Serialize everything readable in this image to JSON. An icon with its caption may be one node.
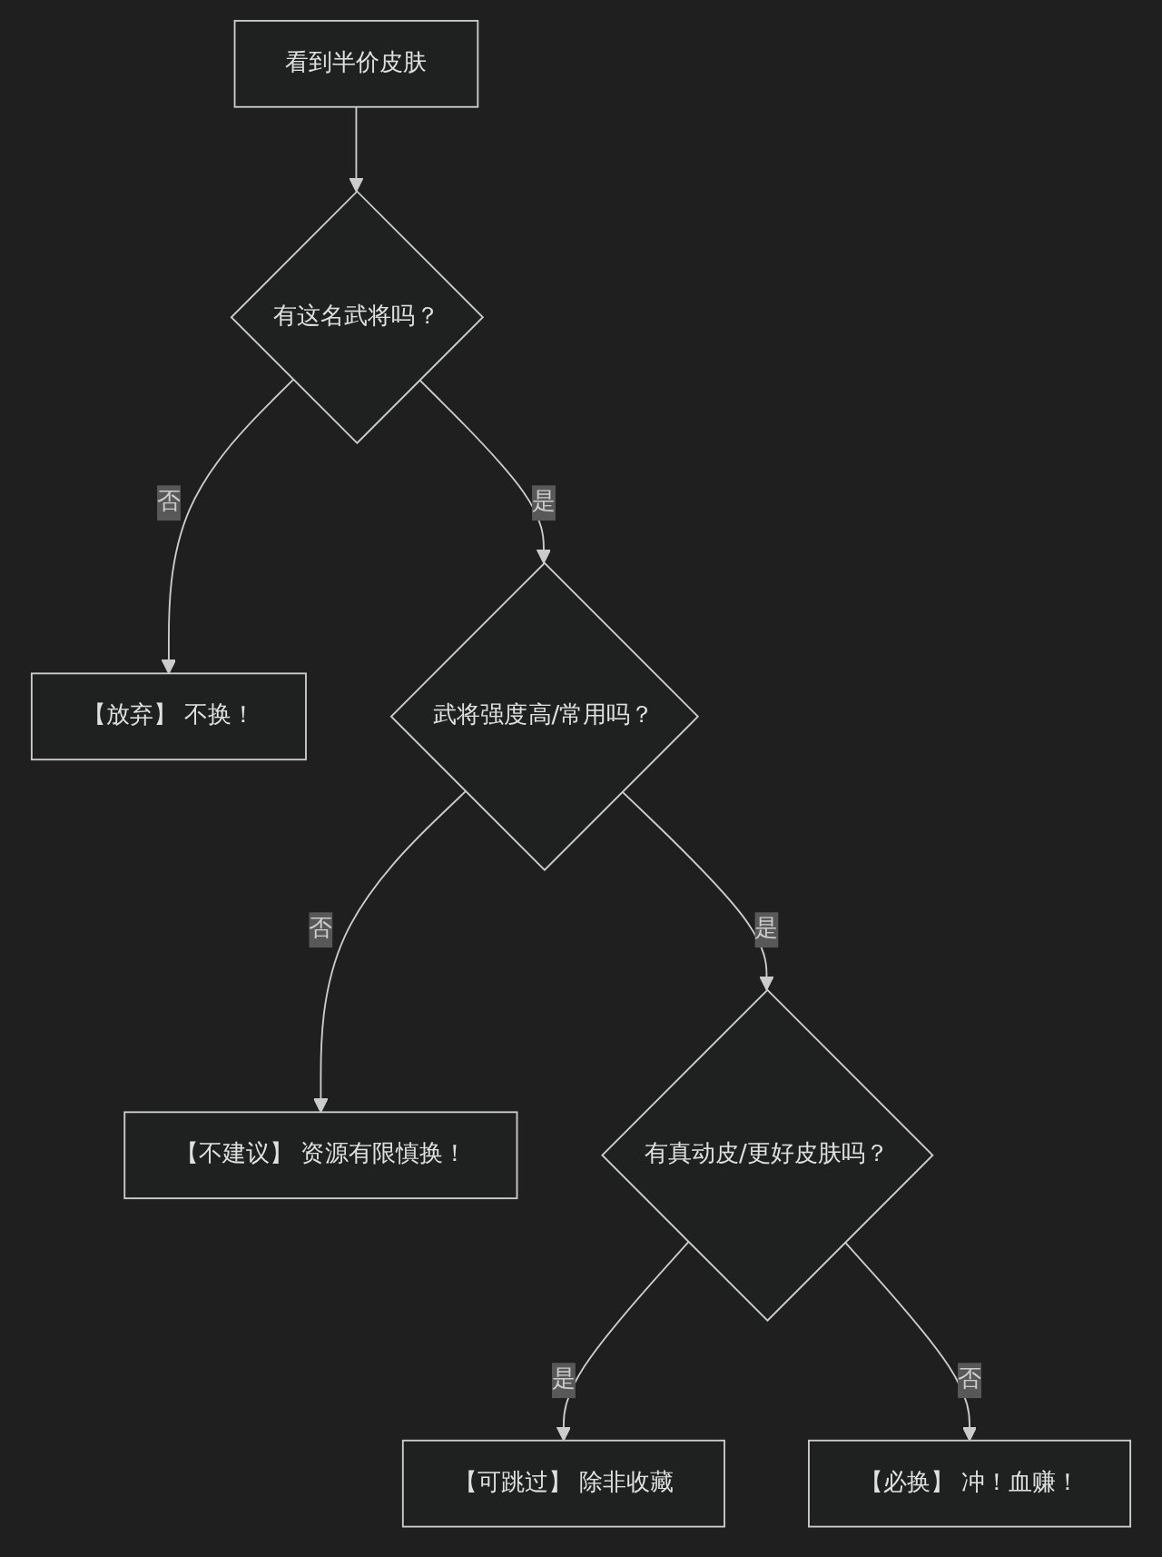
{
  "diagram": {
    "nodes": [
      {
        "text": [
          "看到半价皮肤"
        ]
      },
      {
        "text": [
          "有这名武将吗？"
        ]
      },
      {
        "text": [
          "【放弃】 不换！"
        ]
      },
      {
        "text": [
          "武将强度高/常用吗？"
        ]
      },
      {
        "text": [
          "【不建议】 资源有限慎换！"
        ]
      },
      {
        "text": [
          "有真动皮/更好皮肤吗？"
        ]
      },
      {
        "text": [
          "【可跳过】 除非收藏"
        ]
      },
      {
        "text": [
          "【必换】 冲！血赚！"
        ]
      }
    ],
    "edges": [
      {
        "from": 0,
        "to": 1,
        "arrow": "to"
      },
      {
        "from": 1,
        "to": 2,
        "label": "否",
        "arrow": "to"
      },
      {
        "from": 1,
        "to": 3,
        "label": "是",
        "arrow": "to"
      },
      {
        "from": 3,
        "to": 4,
        "label": "否",
        "arrow": "to"
      },
      {
        "from": 3,
        "to": 5,
        "label": "是",
        "arrow": "to"
      },
      {
        "from": 5,
        "to": 6,
        "label": "是",
        "arrow": "to"
      },
      {
        "from": 5,
        "to": 7,
        "label": "否",
        "arrow": "to"
      }
    ]
  }
}
